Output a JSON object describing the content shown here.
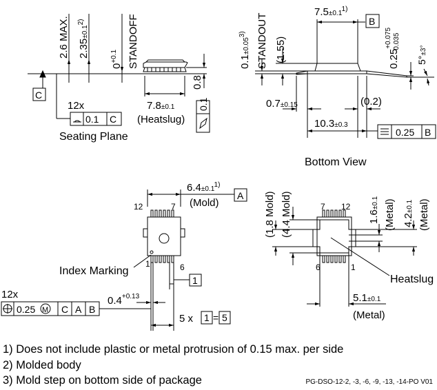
{
  "side_view": {
    "dim_26_max": "2.6 MAX.",
    "dim_235": "2.35",
    "tol_235": "±0.1",
    "sup_235": "2)",
    "dim_0": "0",
    "tol_0": "+0.1",
    "standoff": "STANDOFF",
    "dim_08": "0.8",
    "datum_c": "C",
    "count_12x": "12x",
    "flatness_value": "0.1",
    "flatness_datum": "C",
    "seating_plane": "Seating Plane",
    "dim_78": "7.8",
    "tol_78": "±0.1",
    "heatslug_note": "(Heatslug)",
    "parallel_value": "0.1"
  },
  "end_view": {
    "dim_75": "7.5",
    "tol_75": "±0.1",
    "sup_75": "1)",
    "datum_b": "B",
    "dim_01": "0.1",
    "tol_01": "±0.05",
    "sup_01": "3)",
    "standout": "STANDOUT",
    "dim_155": "(1.55)",
    "dim_025": "0.25",
    "tol_025_plus": "+0.075",
    "tol_025_minus": "-0.035",
    "angle": "5°",
    "angle_tol": "±3°",
    "dim_07": "0.7",
    "tol_07": "±0.15",
    "dim_02": "(0.2)",
    "dim_103": "10.3",
    "tol_103": "±0.3",
    "symmetry_value": "0.25",
    "symmetry_datum": "B"
  },
  "top_view": {
    "dim_64": "6.4",
    "tol_64": "±0.1",
    "sup_64": "1)",
    "mold_note": "(Mold)",
    "datum_a": "A",
    "pin_12": "12",
    "pin_7": "7",
    "pin_1": "1",
    "pin_6": "6",
    "index_marking": "Index Marking",
    "datum_1": "1",
    "dim_04": "0.4",
    "tol_04": "+0.13",
    "count_12x": "12x",
    "position_value": "0.25",
    "position_modifier": "M",
    "ref_c": "C",
    "ref_a": "A",
    "ref_b": "B",
    "pitch_text": "5 x",
    "pitch_ref": "1",
    "pitch_eq": "=",
    "pitch_total": "5"
  },
  "bottom_view": {
    "title": "Bottom View",
    "dim_18": "(1.8 Mold)",
    "dim_44": "(4.4 Mold)",
    "pin_7": "7",
    "pin_12": "12",
    "pin_6": "6",
    "pin_1": "1",
    "dim_16": "1.6",
    "tol_16": "±0.1",
    "metal_16": "(Metal)",
    "dim_42": "4.2",
    "tol_42": "±0.1",
    "metal_42": "(Metal)",
    "heatslug": "Heatslug",
    "dim_51": "5.1",
    "tol_51": "±0.1",
    "metal_51": "(Metal)"
  },
  "notes": [
    "1) Does not include plastic or metal protrusion of 0.15 max. per side",
    "2) Molded body",
    "3) Mold step on bottom side of package"
  ],
  "doc_id": "PG-DSO-12-2, -3, -6, -9, -13, -14-PO   V01"
}
